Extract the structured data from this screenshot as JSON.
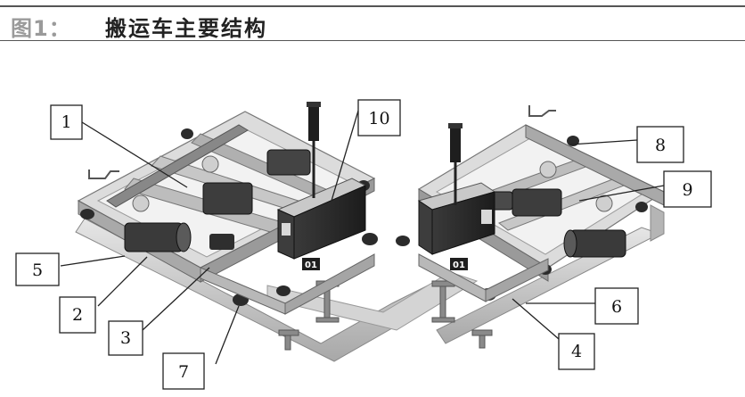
{
  "figure": {
    "label": "图1：",
    "title": "搬运车主要结构"
  },
  "callouts": [
    "1",
    "2",
    "3",
    "4",
    "5",
    "6",
    "7",
    "8",
    "9",
    "10"
  ],
  "markers": [
    "01",
    "01"
  ],
  "colors": {
    "frame": "#c9c9c9",
    "frame_dark": "#8c8c8c",
    "motor": "#3d3d3d",
    "box": "#2a2a2a",
    "tower": "#1e1e1e"
  }
}
